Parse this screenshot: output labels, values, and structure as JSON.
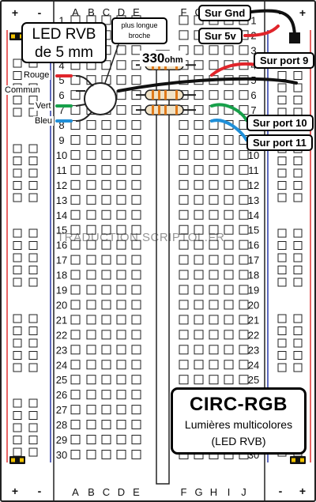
{
  "board": {
    "columns_left": [
      "A",
      "B",
      "C",
      "D",
      "E"
    ],
    "columns_right": [
      "F",
      "G",
      "H",
      "I",
      "J"
    ],
    "rows": 30,
    "rail_plus": "+",
    "rail_minus": "-"
  },
  "led_title": "LED RVB",
  "led_subtitle": "de 5 mm",
  "longest_pin_note_1": "plus longue",
  "longest_pin_note_2": "broche",
  "resistor_label": "330",
  "resistor_unit": "ohm",
  "pins": {
    "rouge": "Rouge",
    "commun": "Commun",
    "vert": "Vert",
    "bleu": "Bleu"
  },
  "connections": {
    "gnd": "Sur Gnd",
    "v5": "Sur 5v",
    "port9": "Sur port 9",
    "port10": "Sur port 10",
    "port11": "Sur port 11"
  },
  "watermark": "TRADUCTION SCRIPTOL.FR",
  "circuit": {
    "code": "CIRC-RGB",
    "line1": "Lumières multicolores",
    "line2": "(LED RVB)"
  },
  "colors": {
    "wire_red": "#e0252b",
    "wire_green": "#17a04a",
    "wire_blue": "#1f8fd8",
    "wire_black": "#111111",
    "rail_red": "#e03030",
    "rail_blue": "#2a3aa8",
    "resistor_body": "#f1e3c7",
    "resistor_band": "#e07a1a"
  }
}
